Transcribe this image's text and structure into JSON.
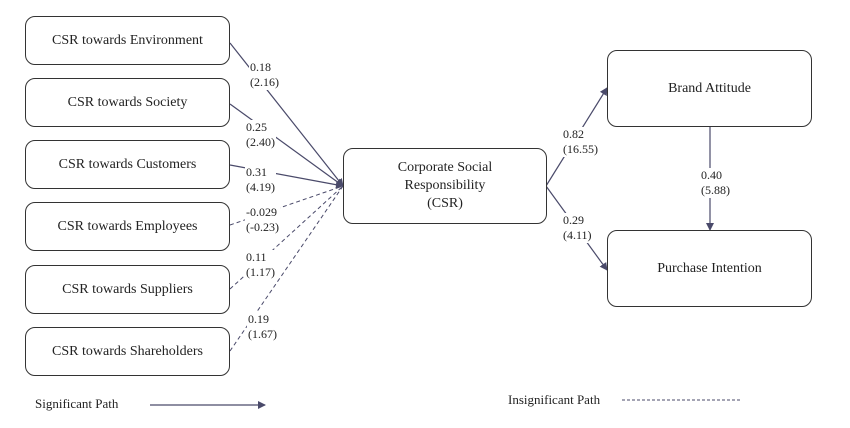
{
  "colors": {
    "line": "#4a4a6a",
    "border": "#333333",
    "text": "#222222"
  },
  "nodes": {
    "env": "CSR towards Environment",
    "soc": "CSR towards Society",
    "cus": "CSR towards Customers",
    "emp": "CSR towards Employees",
    "sup": "CSR towards Suppliers",
    "sha": "CSR towards Shareholders",
    "csr": "Corporate Social\nResponsibility\n(CSR)",
    "ba": "Brand Attitude",
    "pi": "Purchase Intention"
  },
  "paths": [
    {
      "id": "env",
      "from": "CSR towards Environment",
      "to": "Corporate Social Responsibility (CSR)",
      "coef": "0.18",
      "t": "(2.16)",
      "significant": true
    },
    {
      "id": "soc",
      "from": "CSR towards Society",
      "to": "Corporate Social Responsibility (CSR)",
      "coef": "0.25",
      "t": "(2.40)",
      "significant": true
    },
    {
      "id": "cus",
      "from": "CSR towards Customers",
      "to": "Corporate Social Responsibility (CSR)",
      "coef": "0.31",
      "t": "(4.19)",
      "significant": true
    },
    {
      "id": "emp",
      "from": "CSR towards Employees",
      "to": "Corporate Social Responsibility (CSR)",
      "coef": "-0.029",
      "t": "(-0.23)",
      "significant": false
    },
    {
      "id": "sup",
      "from": "CSR towards Suppliers",
      "to": "Corporate Social Responsibility (CSR)",
      "coef": "0.11",
      "t": "(1.17)",
      "significant": false
    },
    {
      "id": "sha",
      "from": "CSR towards Shareholders",
      "to": "Corporate Social Responsibility (CSR)",
      "coef": "0.19",
      "t": "(1.67)",
      "significant": false
    },
    {
      "id": "csr_ba",
      "from": "Corporate Social Responsibility (CSR)",
      "to": "Brand Attitude",
      "coef": "0.82",
      "t": "(16.55)",
      "significant": true
    },
    {
      "id": "csr_pi",
      "from": "Corporate Social Responsibility (CSR)",
      "to": "Purchase Intention",
      "coef": "0.29",
      "t": "(4.11)",
      "significant": true
    },
    {
      "id": "ba_pi",
      "from": "Brand Attitude",
      "to": "Purchase Intention",
      "coef": "0.40",
      "t": "(5.88)",
      "significant": true
    }
  ],
  "labels": {
    "env": "0.18\n(2.16)",
    "soc": "0.25\n(2.40)",
    "cus": "0.31\n(4.19)",
    "emp": "-0.029\n(-0.23)",
    "sup": "0.11\n(1.17)",
    "sha": "0.19\n(1.67)",
    "csr_ba": "0.82\n(16.55)",
    "csr_pi": "0.29\n(4.11)",
    "ba_pi": "0.40\n(5.88)"
  },
  "legend": {
    "significant": "Significant Path",
    "insignificant": "Insignificant Path"
  }
}
